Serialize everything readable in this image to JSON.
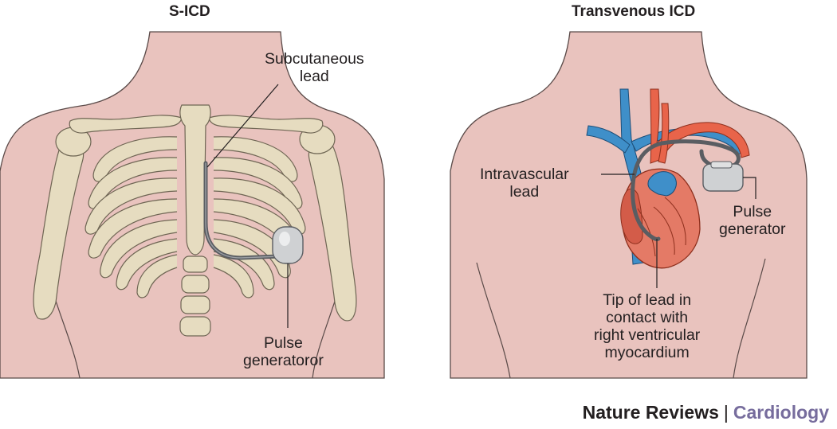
{
  "panels": {
    "left": {
      "title": "S-ICD",
      "lead_label": [
        "Subcutaneous",
        "lead"
      ],
      "generator_label": [
        "Pulse",
        "generatoror"
      ]
    },
    "right": {
      "title": "Transvenous ICD",
      "lead_label": [
        "Intravascular",
        "lead"
      ],
      "generator_label": [
        "Pulse",
        "generator"
      ],
      "tip_label": [
        "Tip of lead in",
        "contact with",
        "right ventricular",
        "myocardium"
      ]
    }
  },
  "footer": {
    "publisher": "Nature Reviews",
    "separator": "|",
    "journal": "Cardiology"
  },
  "colors": {
    "skin": "#e9c3be",
    "skin_outline": "#5a4a48",
    "bone": "#e6dcc0",
    "bone_outline": "#6e6553",
    "vein": "#3f8fc9",
    "artery": "#e8644a",
    "heart": "#e47a66",
    "lead": "#5a5d62",
    "device": "#cfd1d3",
    "journal": "#776d9d"
  }
}
